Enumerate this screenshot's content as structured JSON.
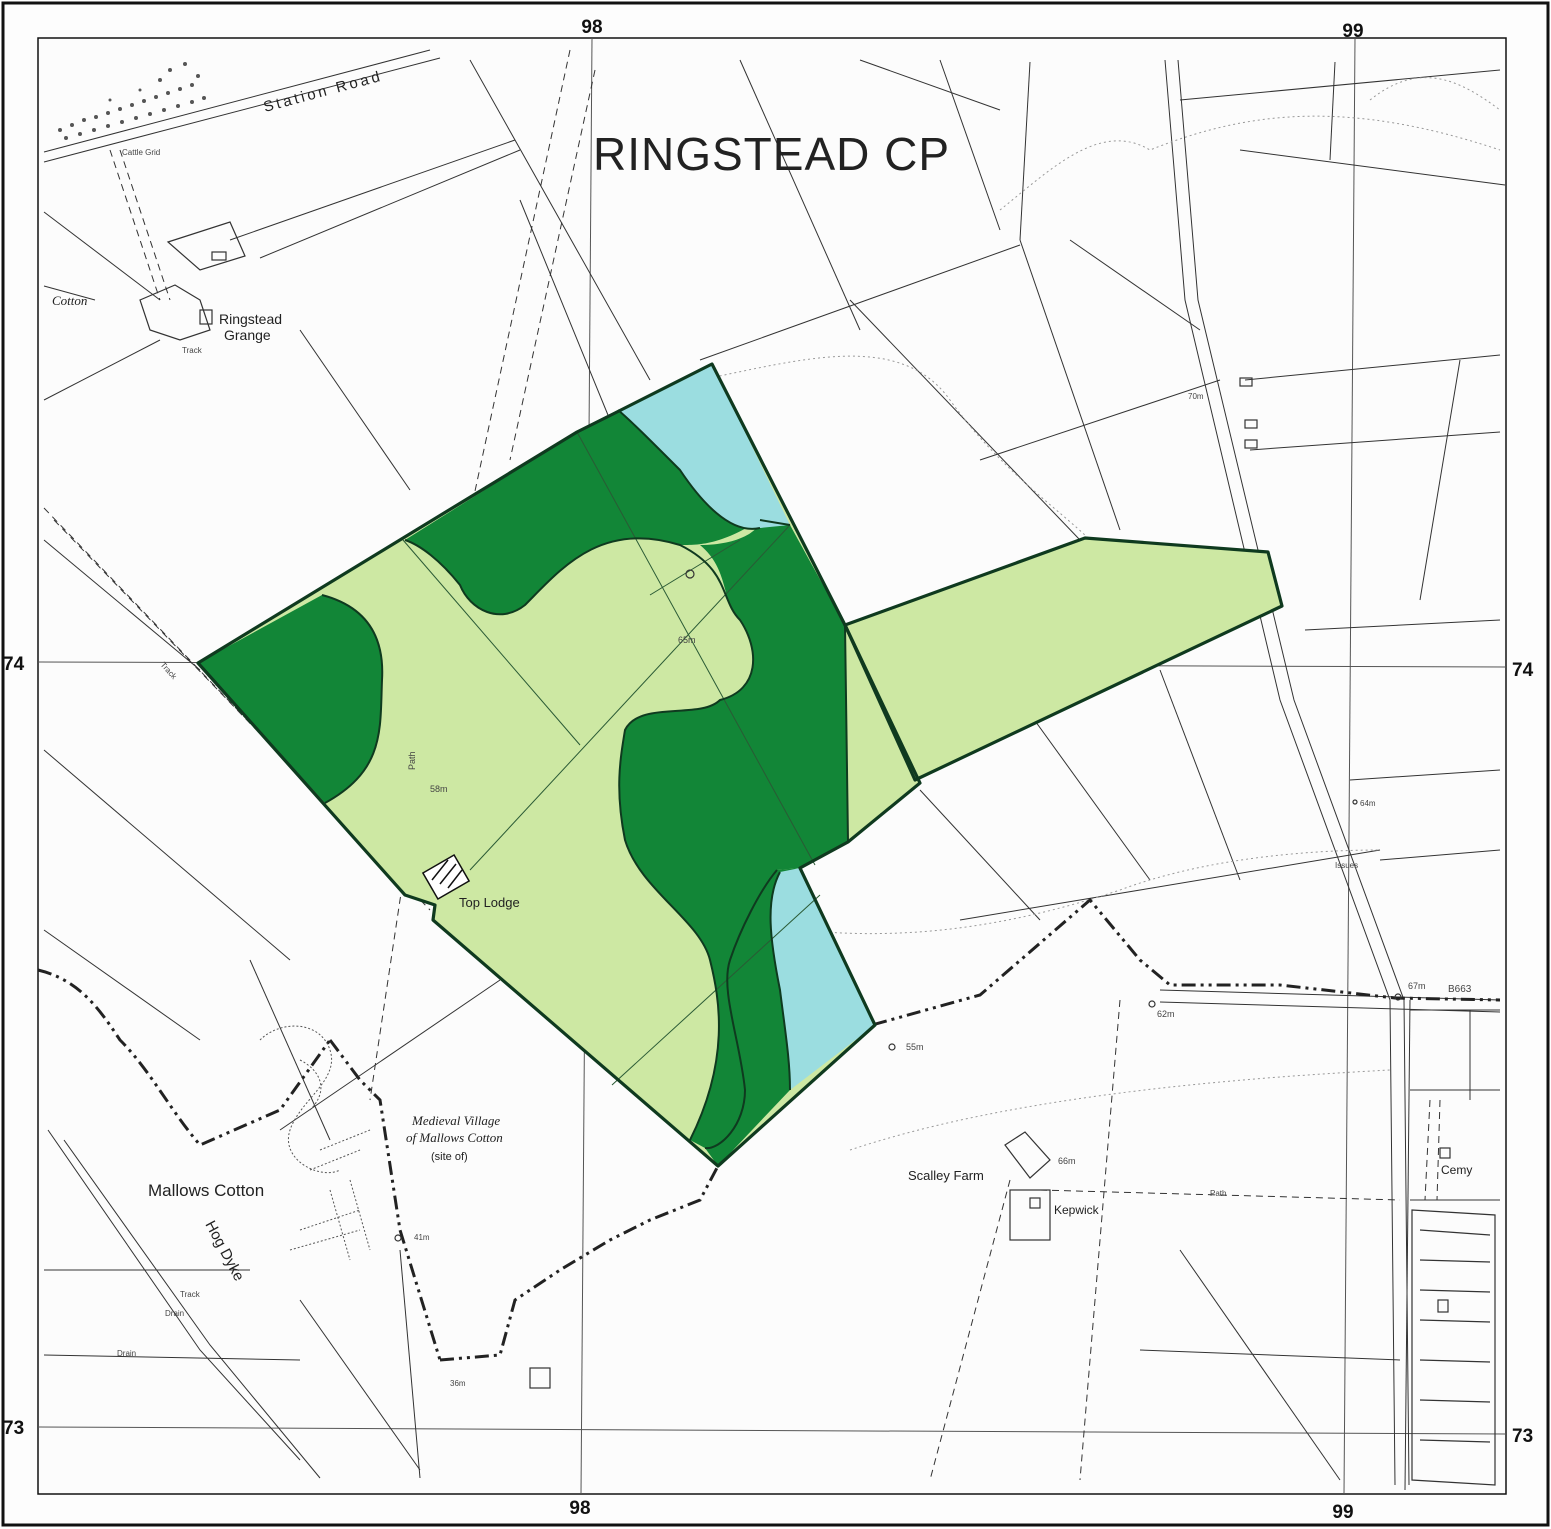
{
  "colors": {
    "dark_green": "#128637",
    "light_green": "#cde8a3",
    "light_blue": "#9bdde0",
    "outline": "#0f3a1f"
  },
  "grid": {
    "top_98": "98",
    "top_99": "99",
    "bottom_98": "98",
    "bottom_99": "99",
    "left_74": "74",
    "right_74": "74",
    "left_73": "73",
    "right_73": "73"
  },
  "title": "RINGSTEAD CP",
  "labels": {
    "station_road": "Station Road",
    "cattle_grid": "Cattle Grid",
    "cotton": "Cotton",
    "ringstead": "Ringstead",
    "grange": "Grange",
    "track_grange": "Track",
    "top_lodge": "Top Lodge",
    "path_vertical": "Path",
    "height_58": "58m",
    "height_65": "65m",
    "height_70": "70m",
    "height_64": "64m",
    "height_67": "67m",
    "height_62": "62m",
    "height_55": "55m",
    "height_66": "66m",
    "height_41": "41m",
    "height_36": "36m",
    "road_b663": "B663",
    "issues": "Issues",
    "medieval_line1": "Medieval Village",
    "medieval_line2": "of Mallows Cotton",
    "medieval_line3": "(site of)",
    "mallows_cotton": "Mallows Cotton",
    "hog_dyke": "Hog Dyke",
    "scalley_farm": "Scalley Farm",
    "kepwick": "Kepwick",
    "cemy": "Cemy",
    "track_left": "Track",
    "drain_1": "Drain",
    "drain_2": "Drain",
    "path_right": "Path",
    "track_diag": "Track"
  }
}
